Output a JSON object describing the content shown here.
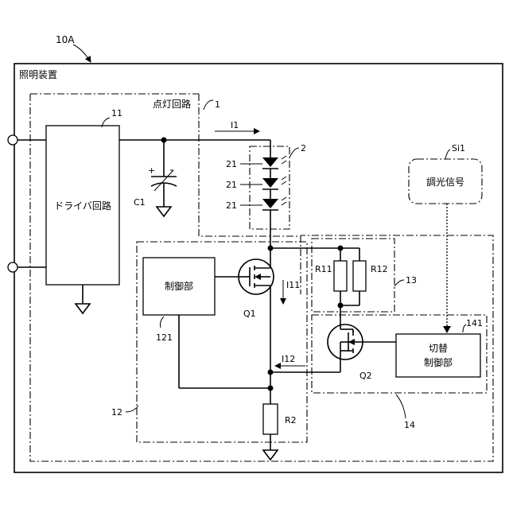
{
  "labels": {
    "device_ref": "10A",
    "device_name": "照明装置",
    "lighting_circuit_name": "点灯回路",
    "lighting_circuit_ref": "1",
    "driver_ref": "11",
    "driver_name": "ドライバ回路",
    "capacitor_ref": "C1",
    "capacitor_polarity": "+",
    "current_i1": "I1",
    "led_module_ref": "2",
    "led_ref_1": "21",
    "led_ref_2": "21",
    "led_ref_3": "21",
    "signal_ref": "Si1",
    "signal_name": "調光信号",
    "controller_name": "制御部",
    "controller_ref": "121",
    "q1_ref": "Q1",
    "current_i11": "I11",
    "r11_ref": "R11",
    "r12_ref": "R12",
    "resistor_block_ref": "13",
    "switch_ctrl_ref": "141",
    "switch_ctrl_line1": "切替",
    "switch_ctrl_line2": "制御部",
    "q2_ref": "Q2",
    "current_i12": "I12",
    "block12_ref": "12",
    "r2_ref": "R2",
    "block14_ref": "14"
  }
}
